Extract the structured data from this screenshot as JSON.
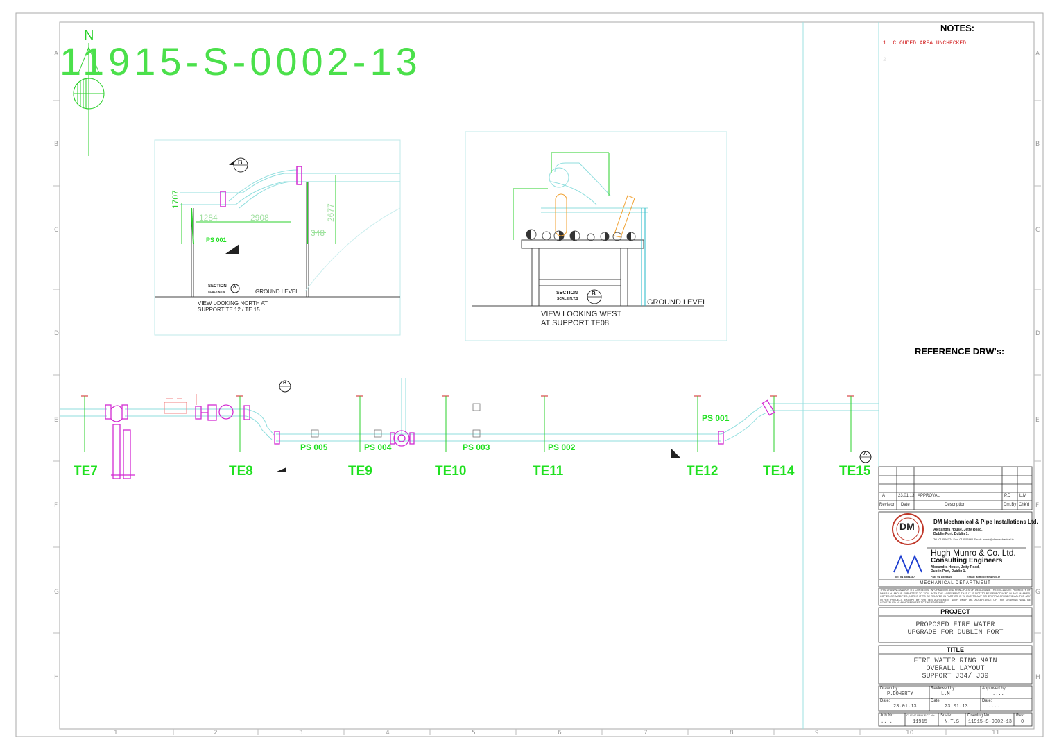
{
  "drawing_number_large": "11915-S-0002-13",
  "north_label": "N",
  "grid": {
    "rows": [
      "A",
      "B",
      "C",
      "D",
      "E",
      "F",
      "G",
      "H"
    ],
    "cols": [
      "1",
      "2",
      "3",
      "4",
      "5",
      "6",
      "7",
      "8",
      "9",
      "10",
      "11"
    ]
  },
  "notes": {
    "title": "NOTES:",
    "items": [
      "1  CLOUDED AREA UNCHECKED",
      "2"
    ],
    "reference_title": "REFERENCE DRW's:"
  },
  "section_a": {
    "marker": "A",
    "section_label": "SECTION",
    "scale_label": "SCALE N.T.S",
    "ground_level": "GROUND LEVEL",
    "caption_line1": "VIEW LOOKING NORTH AT",
    "caption_line2": "SUPPORT TE 12 / TE 15",
    "ps_label": "PS 001",
    "dims": [
      "1707",
      "1284",
      "2908",
      "2677",
      "348"
    ]
  },
  "section_b": {
    "marker": "B",
    "section_label": "SECTION",
    "scale_label": "SCALE N.T.S",
    "ground_level": "GROUND LEVEL",
    "caption_line1": "VIEW LOOKING WEST",
    "caption_line2": "AT SUPPORT TE08"
  },
  "plan": {
    "te_labels": [
      "TE7",
      "TE8",
      "TE9",
      "TE10",
      "TE11",
      "TE12",
      "TE14",
      "TE15"
    ],
    "ps_labels": [
      "PS 005",
      "PS 004",
      "PS 003",
      "PS 002",
      "PS 001"
    ],
    "marker_b": "B",
    "marker_a": "A"
  },
  "revision_table": {
    "headers": [
      "Revision",
      "Date",
      "Description",
      "Drn.By",
      "Chk'd"
    ],
    "row": [
      "A",
      "23.01.13",
      "APPROVAL",
      "P.D",
      "L.M"
    ]
  },
  "company1": {
    "logo_text": "DM",
    "name": "DM Mechanical & Pipe Installations Ltd.",
    "addr1": "Alexandra House, Jetty Road,",
    "addr2": "Dublin Port, Dublin 1.",
    "contact": "Tel. 018556774    Fax. 018556861    Email: admin@dmmechanical.ie"
  },
  "company2": {
    "name": "Hugh Munro & Co. Ltd.",
    "sub": "Consulting Engineers",
    "addr1": "Alexandra House, Jetty Road,",
    "addr2": "Dublin Port, Dublin 1.",
    "tel": "Tel: 01 8554387",
    "fax": "Fax: 01 8556619",
    "email": "Email: admin@hmunro.ie",
    "dept": "MECHANICAL DEPARTMENT"
  },
  "disclaimer": "THIS DRAWING AND/OR ITS CONTENTS, INFORMATION AND PRINCIPLES OF DESIGN ARE THE EXCLUSIVE PROPERTY OF DM&P Ltd. AND IS SUBMITTED TO YOU, WITH THE AGREEMENT THAT IT IS NOT TO BE REPRODUCED IN ANY MANNER, COPIED OR MODIFIED, NOR IS IT TO BE RELATED IN PART OR IN WHOLE TO ANY OTHER FIRM OR INDIVIDUAL FOR ANY OTHER PROJECT, EXCEPT BY WRITTEN AGREEMENT WITH DM&P Ltd. ACCEPTANCE OF THIS DRAWING WILL BE CONSTRUED AS AN AGREEMENT TO THIS STATEMENT.",
  "project": {
    "title": "PROJECT",
    "line1": "PROPOSED FIRE WATER",
    "line2": "UPGRADE FOR DUBLIN PORT"
  },
  "drawing_title": {
    "title": "TITLE",
    "line1": "FIRE WATER RING MAIN",
    "line2": "OVERALL LAYOUT",
    "line3": "SUPPORT J34/ J39"
  },
  "signoff": {
    "drawn_label": "Drawn by:",
    "drawn_value": "P.DOHERTY",
    "reviewed_label": "Reviewed by:",
    "reviewed_value": "L.M",
    "approved_label": "Approved by:",
    "approved_value": "....",
    "date_label": "Date:",
    "date1": "23.01.13",
    "date2": "23.01.13",
    "date3": "...."
  },
  "footer": {
    "job_label": "Job No:",
    "job_value": "....",
    "client_label": "CLIENT PROJECT No:",
    "client_value": "11915",
    "scale_label": "Scale:",
    "scale_value": "N.T.S",
    "drawing_label": "Drawing No:",
    "drawing_value": "11915-S-0002-13",
    "rev_label": "Rev.:",
    "rev_value": "0"
  },
  "colors": {
    "pipe": "#6fd6d6",
    "te_green": "#1fe01f",
    "magenta": "#d22bd2",
    "notes_red": "#d22020",
    "orange": "#f0a030"
  }
}
